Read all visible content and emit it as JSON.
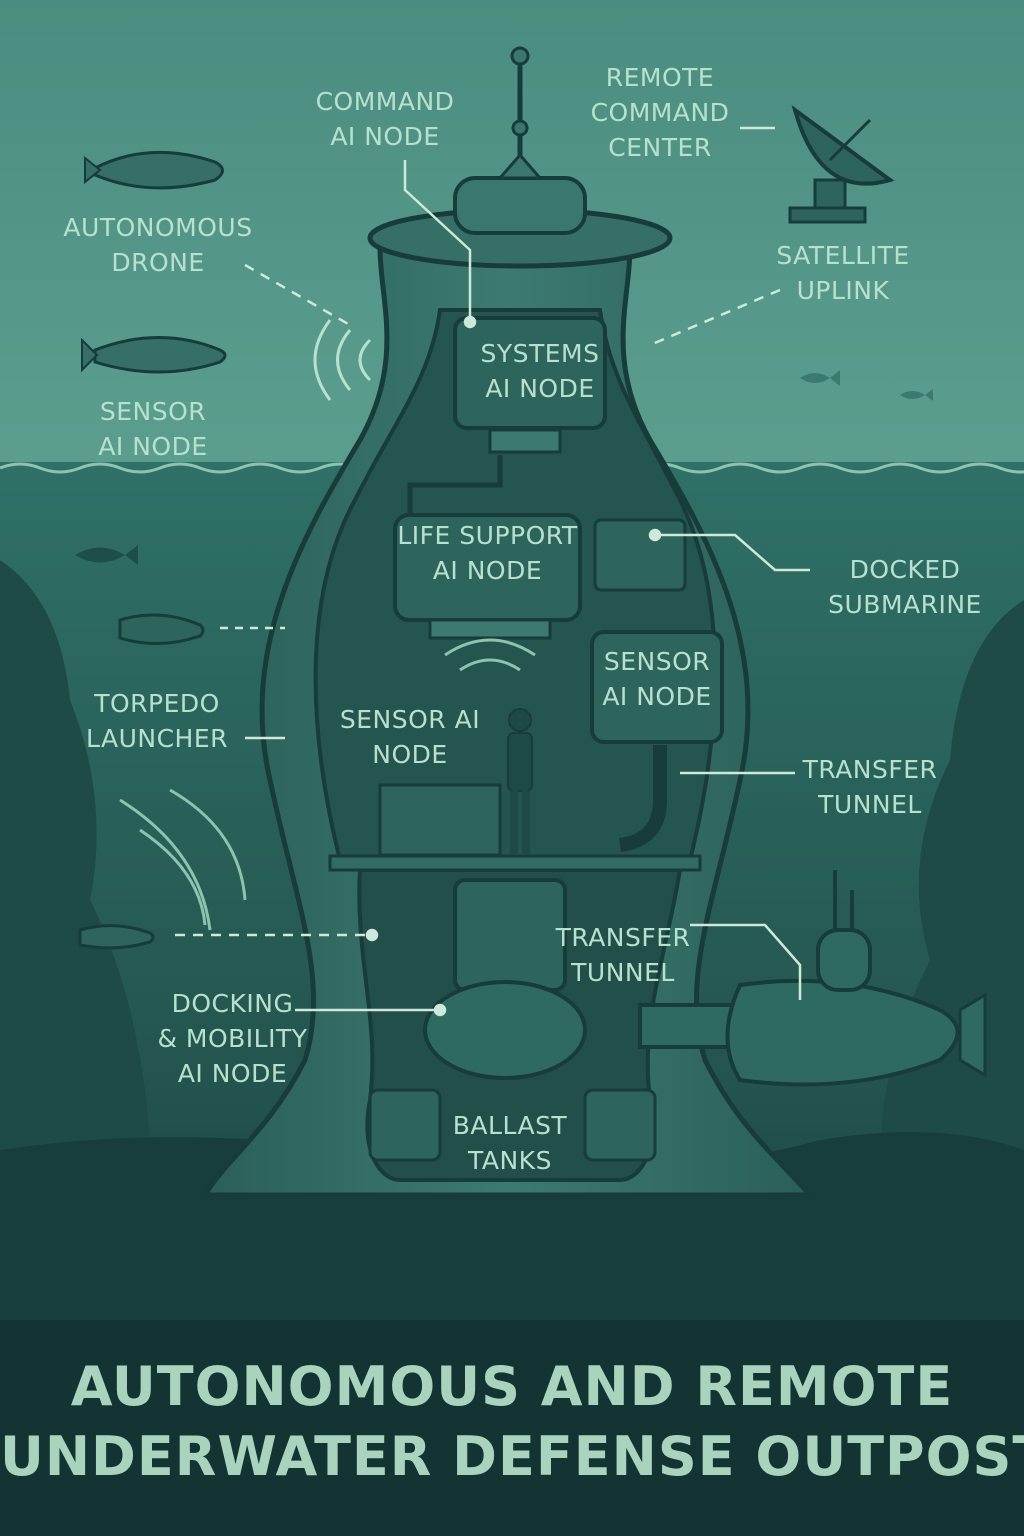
{
  "title": {
    "line1": "AUTONOMOUS AND REMOTE",
    "line2": "UNDERWATER DEFENSE OUTPOST"
  },
  "labels": {
    "command_ai_node": [
      "COMMAND",
      "AI NODE"
    ],
    "remote_command_center": [
      "REMOTE",
      "COMMAND",
      "CENTER"
    ],
    "autonomous_drone": [
      "AUTONOMOUS",
      "DRONE"
    ],
    "satellite_uplink": [
      "SATELLITE",
      "UPLINK"
    ],
    "systems_ai_node": [
      "SYSTEMS",
      "AI NODE"
    ],
    "sensor_ai_node_left": [
      "SENSOR",
      "AI NODE"
    ],
    "life_support_ai_node": [
      "LIFE SUPPORT",
      "AI NODE"
    ],
    "docked_submarine": [
      "DOCKED",
      "SUBMARINE"
    ],
    "sensor_ai_node_inner_right": [
      "SENSOR",
      "AI NODE"
    ],
    "torpedo_launcher": [
      "TORPEDO",
      "LAUNCHER"
    ],
    "sensor_ai_node_inner_left": [
      "SENSOR AI",
      "NODE"
    ],
    "transfer_tunnel_right": [
      "TRANSFER",
      "TUNNEL"
    ],
    "transfer_tunnel_lower": [
      "TRANSFER",
      "TUNNEL"
    ],
    "docking_mobility_ai_node": [
      "DOCKING",
      "& MOBILITY",
      "AI NODE"
    ],
    "ballast_tanks": [
      "BALLAST",
      "TANKS"
    ]
  },
  "colors": {
    "sky": "#4f9485",
    "water": "#2c6c63",
    "deep": "#0f2f2e",
    "structure": "#2f6a61",
    "outline": "#173c39",
    "label_text": "#b8e0cf",
    "title_text": "#a9d3bc",
    "leader_line": "#cfe8dc"
  },
  "icons": [
    "antenna-icon",
    "satellite-dish-icon",
    "drone-icon",
    "submarine-icon",
    "fish-icon",
    "signal-wave-icon",
    "person-icon"
  ]
}
